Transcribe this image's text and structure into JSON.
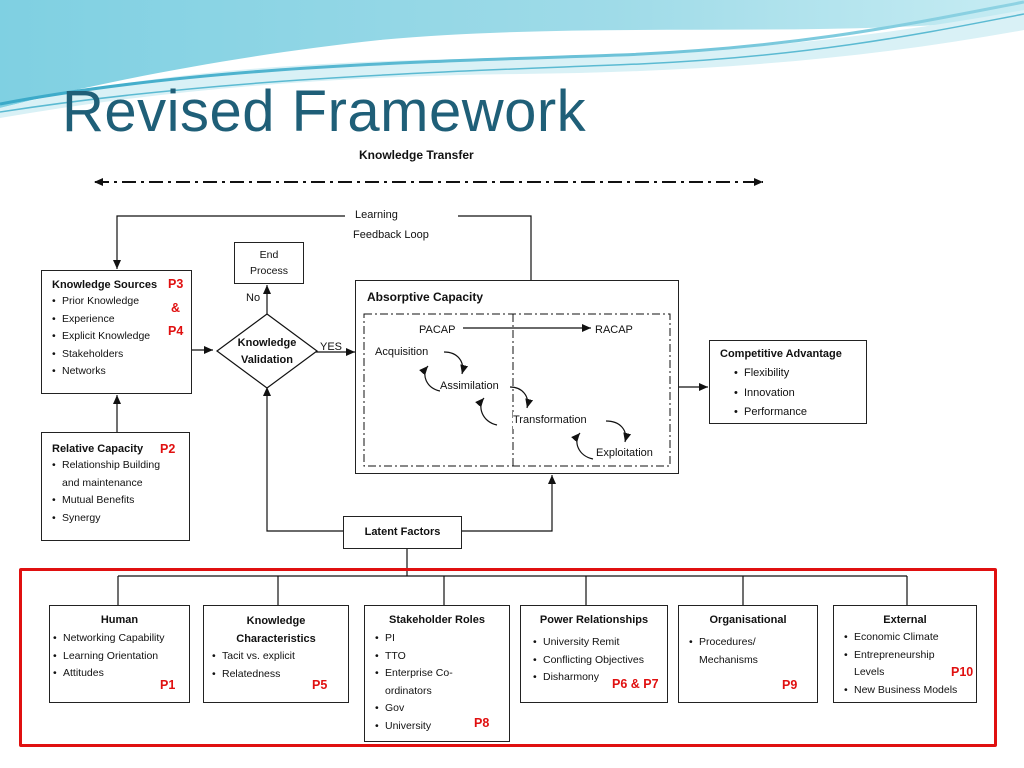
{
  "slide": {
    "title": "Revised Framework"
  },
  "colors": {
    "title": "#1f5f78",
    "accent_red": "#e01010",
    "frame_red": "#e01010",
    "teal_wave": "#6fc3d6"
  },
  "diagram": {
    "knowledge_transfer": "Knowledge Transfer",
    "learning_loop": [
      "Learning",
      "Feedback Loop"
    ],
    "end_process": [
      "End",
      "Process"
    ],
    "no_label": "No",
    "yes_label": "YES",
    "validation": [
      "Knowledge",
      "Validation"
    ],
    "knowledge_sources": {
      "title": "Knowledge Sources",
      "items": [
        "Prior Knowledge",
        "Experience",
        "Explicit Knowledge",
        "Stakeholders",
        "Networks"
      ],
      "tags": [
        "P3",
        "&",
        "P4"
      ]
    },
    "relative_capacity": {
      "title": "Relative Capacity",
      "tag": "P2",
      "items": [
        "Relationship Building",
        "and maintenance",
        "Mutual Benefits",
        "Synergy"
      ]
    },
    "absorptive_capacity": {
      "title": "Absorptive Capacity",
      "pacap": "PACAP",
      "racap": "RACAP",
      "acquisition": "Acquisition",
      "assimilation": "Assimilation",
      "transformation": "Transformation",
      "exploitation": "Exploitation"
    },
    "competitive_advantage": {
      "title": "Competitive Advantage",
      "items": [
        "Flexibility",
        "Innovation",
        "Performance"
      ]
    },
    "latent_factors": "Latent Factors",
    "factors": [
      {
        "title": [
          "Human"
        ],
        "items": [
          "Networking Capability",
          "Learning Orientation",
          "Attitudes"
        ],
        "tag": "P1"
      },
      {
        "title": [
          "Knowledge",
          "Characteristics"
        ],
        "items": [
          "Tacit vs. explicit",
          "Relatedness"
        ],
        "tag": "P5"
      },
      {
        "title": [
          "Stakeholder Roles"
        ],
        "items": [
          "PI",
          "TTO",
          "Enterprise Co-",
          "ordinators",
          "Gov",
          "University"
        ],
        "tag": "P8"
      },
      {
        "title": [
          "Power Relationships"
        ],
        "items": [
          "University Remit",
          "Conflicting Objectives",
          "Disharmony"
        ],
        "tag": "P6 & P7"
      },
      {
        "title": [
          "Organisational"
        ],
        "items": [
          "Procedures/",
          "Mechanisms"
        ],
        "tag": "P9"
      },
      {
        "title": [
          "External"
        ],
        "items": [
          "Economic Climate",
          "Entrepreneurship",
          "Levels",
          "New Business Models"
        ],
        "tag": "P10"
      }
    ]
  }
}
